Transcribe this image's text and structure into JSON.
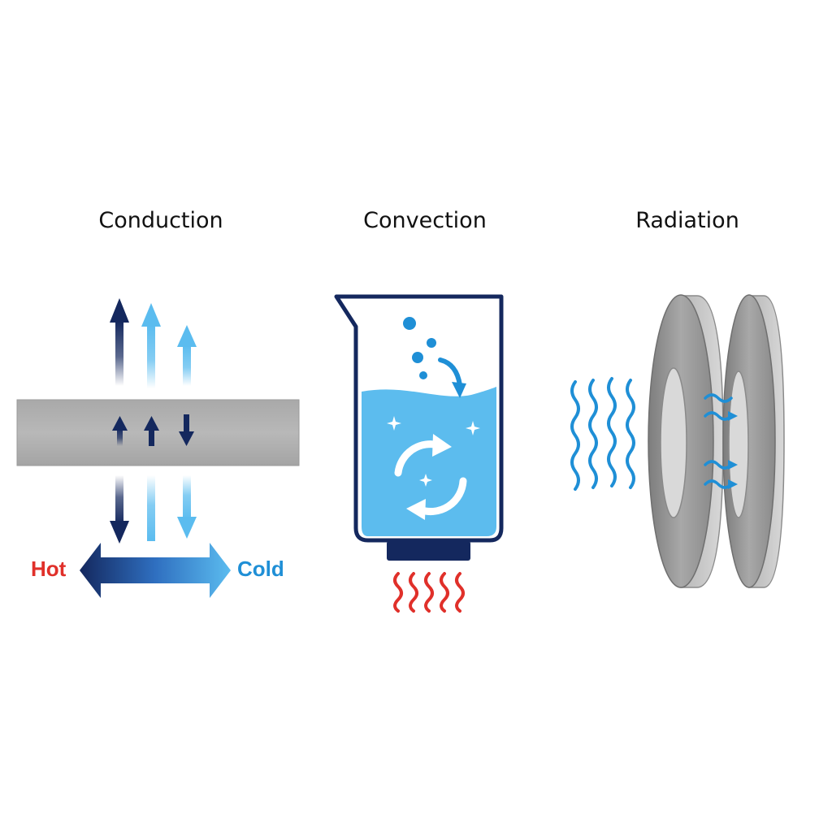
{
  "titles": {
    "conduction": "Conduction",
    "convection": "Convection",
    "radiation": "Radiation"
  },
  "conduction": {
    "hot_label": "Hot",
    "cold_label": "Cold"
  },
  "colors": {
    "hot": "#e0302a",
    "cold": "#1f8fd6",
    "navy": "#14285e",
    "light_blue": "#5bbcef",
    "water": "#5cbcee",
    "slab_gray": "#b3b3b3",
    "disc_gray": "#8f8f8f"
  },
  "icons": [
    "arrow-up-icon",
    "arrow-down-icon",
    "double-arrow-icon",
    "beaker-icon",
    "bubble-icon",
    "circular-arrows-icon",
    "sparkle-icon",
    "heat-wave-icon",
    "radiation-wave-icon",
    "disc-icon"
  ]
}
